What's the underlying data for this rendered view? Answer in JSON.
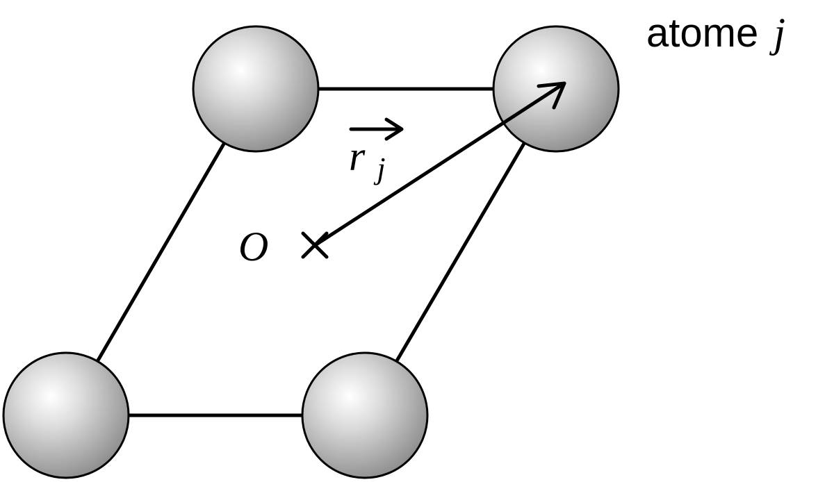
{
  "labels": {
    "atom_word": "atome",
    "atom_index": "j",
    "origin": "O",
    "vector_letter": "r",
    "vector_index": "j"
  },
  "colors": {
    "line": "#000000",
    "atom_light": "#ffffff",
    "atom_dark": "#8c8c8c",
    "background": "#ffffff"
  }
}
